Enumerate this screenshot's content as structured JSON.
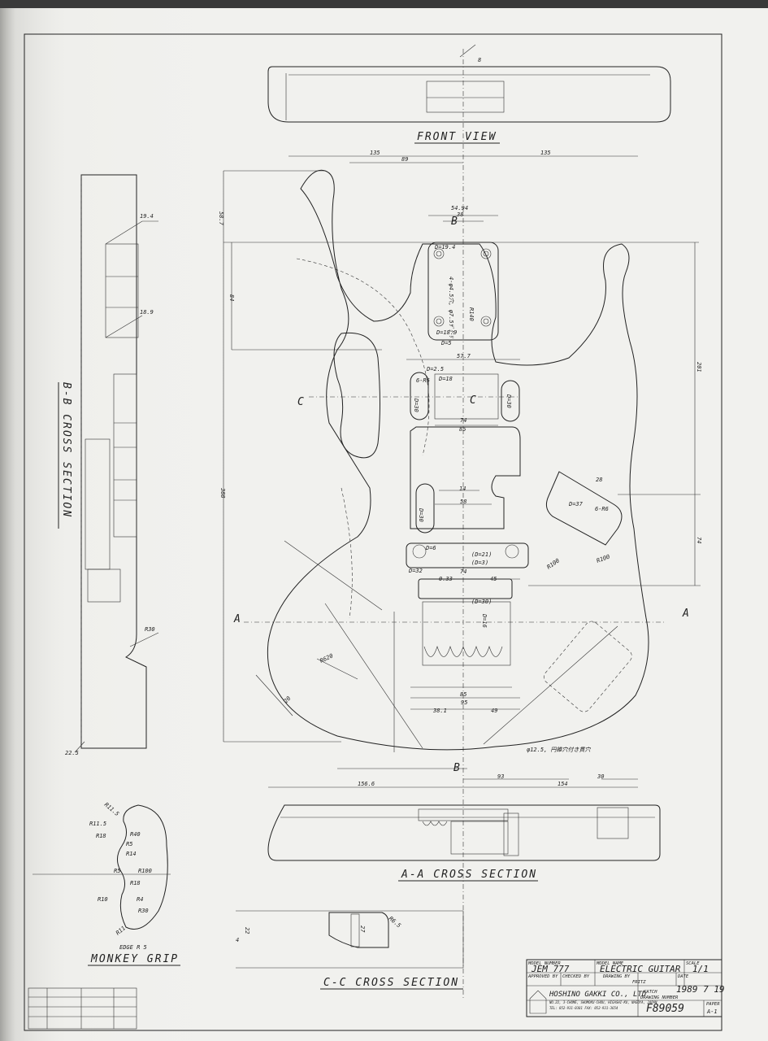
{
  "views": {
    "front": "FRONT VIEW",
    "bb": "B-B CROSS SECTION",
    "aa": "A-A CROSS SECTION",
    "cc": "C-C CROSS SECTION",
    "grip": "MONKEY GRIP",
    "grip_edge": "EDGE R 5"
  },
  "section_marks": {
    "a": "A",
    "b": "B",
    "c": "C"
  },
  "dims": {
    "front_8": "8",
    "w135_left": "135",
    "w135_right": "135",
    "w89": "89",
    "w54_94": "54.94",
    "w38": "38",
    "h58_7": "58.7",
    "h84": "84",
    "h388": "388",
    "h201": "201",
    "h74": "74",
    "bb_19_4": "19.4",
    "bb_18_9": "18.9",
    "bb_r30": "R30",
    "bb_22_5": "22.5",
    "d19_4": "D=19.4",
    "d18_9": "D=18.9",
    "d5": "D=5",
    "d2_5": "D=2.5",
    "d18": "D=18",
    "d30a": "D=30",
    "d30b": "D=30",
    "d30c": "D=30",
    "d37": "D=37",
    "d6": "D=6",
    "d21": "(D=21)",
    "d3": "(D=3)",
    "d32": "D=32",
    "d30p": "(D=30)",
    "d16": "D=16",
    "r140": "R140",
    "r100a": "R100",
    "r100b": "R100",
    "r620": "R620",
    "r6a": "6-R6",
    "r6b": "6-R6",
    "w57_7": "57.7",
    "w74a": "74",
    "w85": "85",
    "w74b": "74",
    "w14": "14",
    "w58": "58",
    "w45": "45",
    "w0_33": "0.33",
    "w85b": "85",
    "w95": "95",
    "w38_1": "38.1",
    "w49": "49",
    "w156_6": "156.6",
    "w154": "154",
    "w93": "93",
    "w30": "30",
    "w20": "20",
    "w28": "28",
    "hole_note": "φ12.5, 円錐穴付き貫穴",
    "bolt_note": "4-φ4.5穴, φ7.5ｻﾞｸﾞﾘ",
    "grip_r11_5a": "R11.5",
    "grip_r11_5b": "R11.5",
    "grip_r18": "R18",
    "grip_r40": "R40",
    "grip_r5a": "R5",
    "grip_r14": "R14",
    "grip_r5b": "R5",
    "grip_r100": "R100",
    "grip_r18b": "R18",
    "grip_r10": "R10",
    "grip_r4": "R4",
    "grip_r30": "R30",
    "grip_r11": "R11",
    "cc_22": "22",
    "cc_27": "27",
    "cc_r6_5": "R6.5",
    "cc_4": "4"
  },
  "title_block": {
    "model_number_label": "MODEL NUMBER",
    "model_number": "JEM 777",
    "model_name_label": "MODEL NAME",
    "model_name": "ELECTRIC GUITAR",
    "scale_label": "SCALE",
    "scale": "1/1",
    "approved_label": "APPROVED BY",
    "checked_label": "CHECKED BY",
    "drawn_label": "DRAWING BY",
    "drawn_by_1": "FRITZ",
    "drawn_by_2": "KATCH",
    "date_label": "DATE",
    "date": "1989 7 19",
    "company": "HOSHINO GAKKI CO., LTD",
    "address": "NO.22, 3-CHOME, SHUMOKU-CHOU, HIGASHI-KU, NAGOYA, JAPAN",
    "tel": "TEL: 052-931-0381   FAX: 052-931-3654",
    "drawing_number_label": "DRAWING NUMBER",
    "drawing_number": "F89059",
    "paper_label": "PAPER",
    "paper": "A-1"
  }
}
